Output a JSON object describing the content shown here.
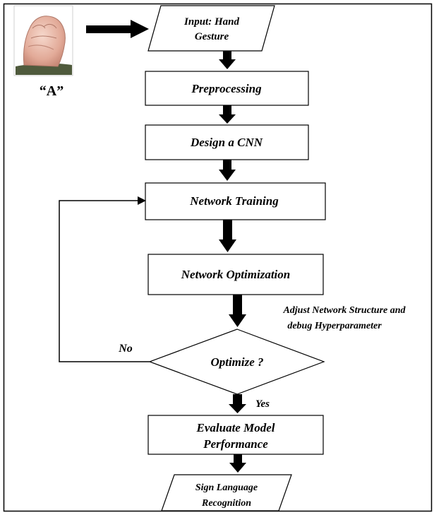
{
  "hand_image": {
    "caption": "“A”"
  },
  "steps": {
    "input": {
      "line1": "Input: Hand",
      "line2": "Gesture"
    },
    "preprocessing": "Preprocessing",
    "design_cnn": "Design a CNN",
    "network_training": "Network Training",
    "network_optimization": "Network Optimization",
    "decision": "Optimize ?",
    "evaluate": {
      "line1": "Evaluate Model",
      "line2": "Performance"
    },
    "output": {
      "line1": "Sign Language",
      "line2": "Recognition"
    }
  },
  "annotations": {
    "adjust": {
      "line1": "Adjust Network Structure and",
      "line2": "debug Hyperparameter"
    },
    "no_label": "No",
    "yes_label": "Yes"
  },
  "colors": {
    "border": "#000000",
    "skin": "#e8b8a8",
    "sleeve": "#4f5a3c"
  }
}
